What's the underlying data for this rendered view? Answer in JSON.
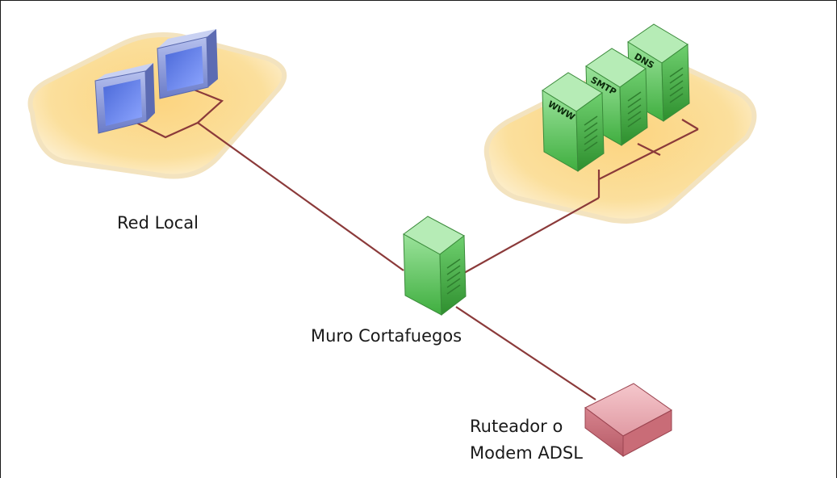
{
  "diagram": {
    "labels": {
      "lan": "Red Local",
      "firewall": "Muro Cortafuegos",
      "router_line1": "Ruteador o",
      "router_line2": "Modem ADSL"
    },
    "servers": [
      {
        "name": "DNS"
      },
      {
        "name": "SMTP"
      },
      {
        "name": "WWW"
      }
    ],
    "nodes": [
      {
        "id": "lan",
        "label": "Red Local",
        "kind": "workstations-zone"
      },
      {
        "id": "dmz",
        "label": "",
        "kind": "server-zone"
      },
      {
        "id": "firewall",
        "label": "Muro Cortafuegos",
        "kind": "server"
      },
      {
        "id": "router",
        "label": "Ruteador o Modem ADSL",
        "kind": "router"
      }
    ],
    "edges": [
      {
        "from": "lan",
        "to": "firewall"
      },
      {
        "from": "firewall",
        "to": "dmz"
      },
      {
        "from": "firewall",
        "to": "router"
      }
    ],
    "colors": {
      "link": "#8b3a3a",
      "zone_fill": "#fbd98a",
      "zone_edge": "#f0e0b8",
      "server_green": "#5fc45f",
      "monitor_blue": "#7f90d8",
      "router_pink": "#d98a93"
    }
  }
}
